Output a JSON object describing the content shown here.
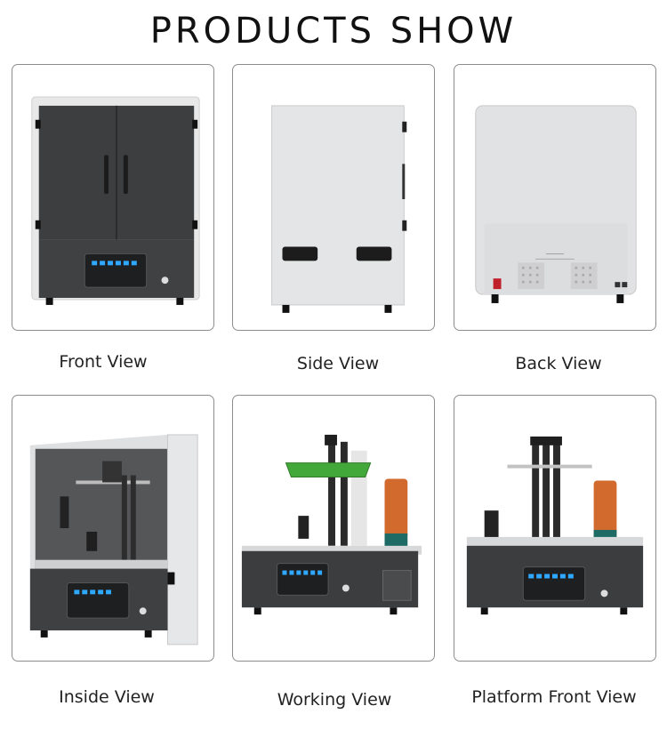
{
  "page": {
    "title": "PRODUCTS SHOW"
  },
  "views": [
    {
      "id": "front",
      "label": "Front View"
    },
    {
      "id": "side",
      "label": "Side View"
    },
    {
      "id": "back",
      "label": "Back View"
    },
    {
      "id": "inside",
      "label": "Inside View"
    },
    {
      "id": "working",
      "label": "Working View"
    },
    {
      "id": "platform-front",
      "label": "Platform Front View"
    }
  ],
  "colors": {
    "body_dark": "#3b3c3e",
    "body_light": "#e3e4e6",
    "screen_blue": "#2fa8ff",
    "resin_orange": "#d16a2c",
    "pcb_green": "#43a83a"
  }
}
